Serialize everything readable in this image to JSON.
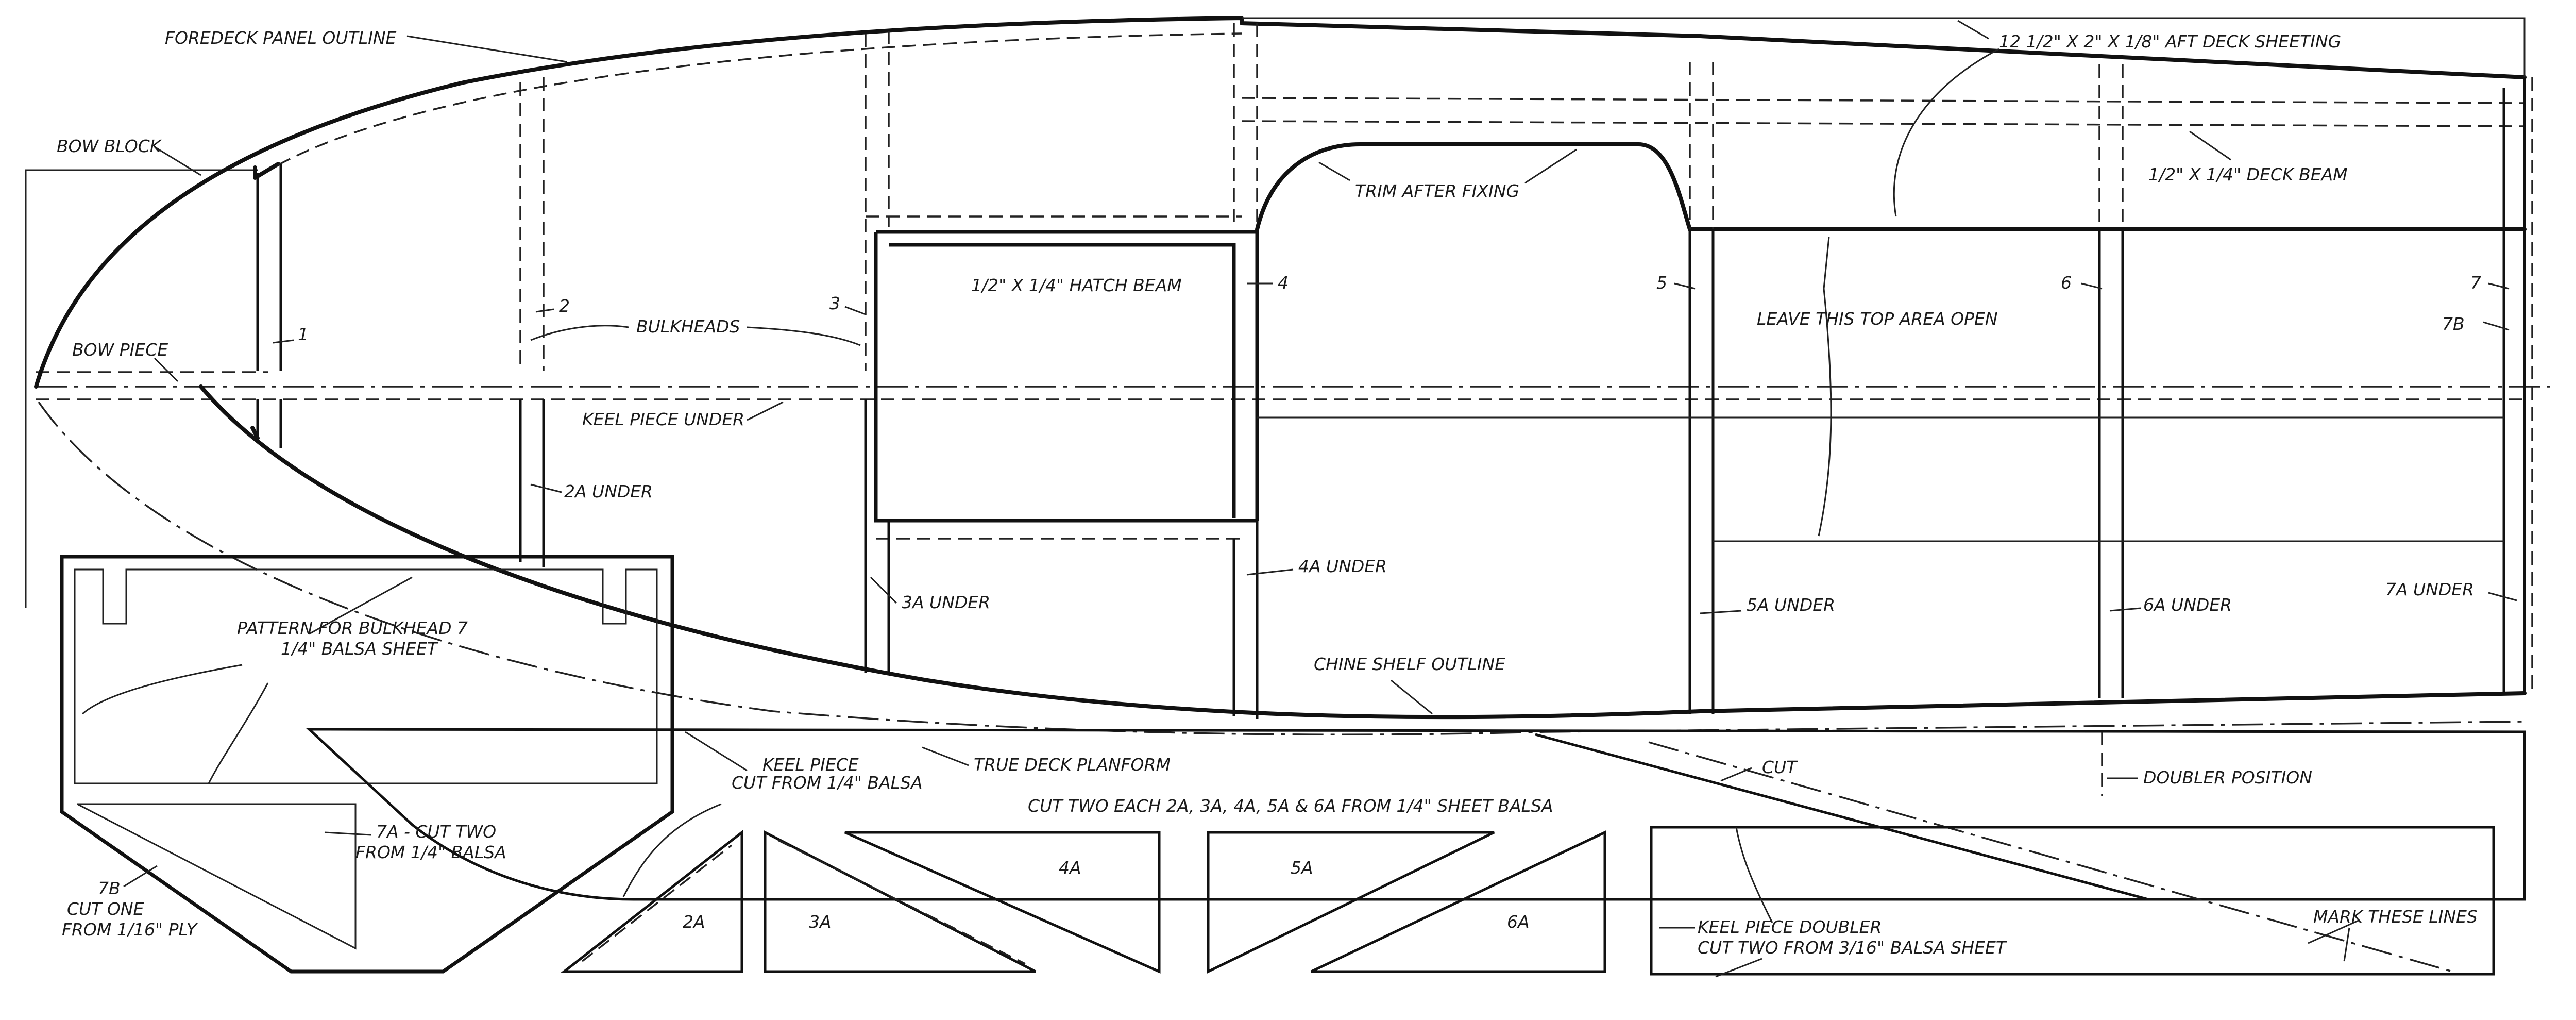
{
  "labels": {
    "foredeck_panel_outline": "FOREDECK PANEL OUTLINE",
    "aft_deck_sheeting": "12 1/2\" X 2\" X 1/8\" AFT DECK SHEETING",
    "bow_block": "BOW BLOCK",
    "deck_beam": "1/2\" X 1/4\" DECK BEAM",
    "trim_after_fixing": "TRIM AFTER FIXING",
    "hatch_beam": "1/2\" X 1/4\" HATCH BEAM",
    "leave_top_open": "LEAVE THIS TOP AREA OPEN",
    "bow_piece": "BOW PIECE",
    "bulkheads": "BULKHEADS",
    "keel_piece_under": "KEEL PIECE UNDER",
    "pattern_bulkhead_7": "PATTERN FOR BULKHEAD 7",
    "balsa_sheet_quarter": "1/4\" BALSA SHEET",
    "chine_shelf_outline": "CHINE SHELF OUTLINE",
    "true_deck_planform": "TRUE DECK PLANFORM",
    "keel_piece": "KEEL PIECE",
    "cut_from_quarter_balsa": "CUT FROM 1/4\" BALSA",
    "cut": "CUT",
    "doubler_position": "DOUBLER POSITION",
    "cut_two_each": "CUT TWO EACH 2A, 3A, 4A, 5A & 6A FROM 1/4\" SHEET BALSA",
    "seven_a_cut_two": "7A - CUT TWO",
    "from_quarter_balsa": "FROM 1/4\" BALSA",
    "seven_b": "7B",
    "cut_one": "CUT ONE",
    "from_ply": "FROM 1/16\" PLY",
    "keel_piece_doubler": "KEEL PIECE DOUBLER",
    "cut_two_from_balsa_sheet": "CUT TWO FROM 3/16\" BALSA SHEET",
    "mark_these_lines": "MARK THESE LINES"
  },
  "stations": {
    "s1": "1",
    "s2": "2",
    "s3": "3",
    "s4": "4",
    "s5": "5",
    "s6": "6",
    "s7": "7",
    "s7b": "7B"
  },
  "under_labels": {
    "u2a": "2A UNDER",
    "u3a": "3A UNDER",
    "u4a": "4A UNDER",
    "u5a": "5A UNDER",
    "u6a": "6A UNDER",
    "u7a": "7A UNDER"
  },
  "parts": {
    "p2a": "2A",
    "p3a": "3A",
    "p4a": "4A",
    "p5a": "5A",
    "p6a": "6A"
  }
}
